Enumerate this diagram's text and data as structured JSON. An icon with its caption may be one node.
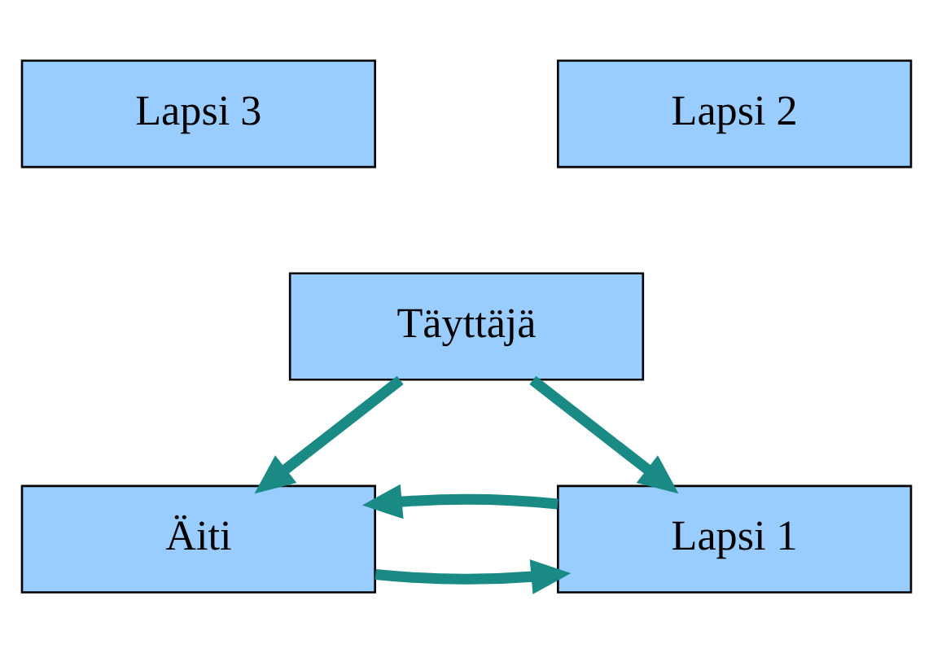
{
  "diagram": {
    "nodes": [
      {
        "text": [
          "Lapsi 3"
        ]
      },
      {
        "text": [
          "Lapsi 2"
        ]
      },
      {
        "text": [
          "Täyttäjä"
        ]
      },
      {
        "text": [
          "Äiti"
        ]
      },
      {
        "text": [
          "Lapsi 1"
        ]
      }
    ],
    "edges": [
      {
        "from": 2,
        "to": 3,
        "arrow": "to"
      },
      {
        "from": 2,
        "to": 4,
        "arrow": "to"
      },
      {
        "from": 3,
        "to": 4,
        "arrow": "to"
      },
      {
        "from": 4,
        "to": 3,
        "arrow": "to"
      }
    ]
  }
}
